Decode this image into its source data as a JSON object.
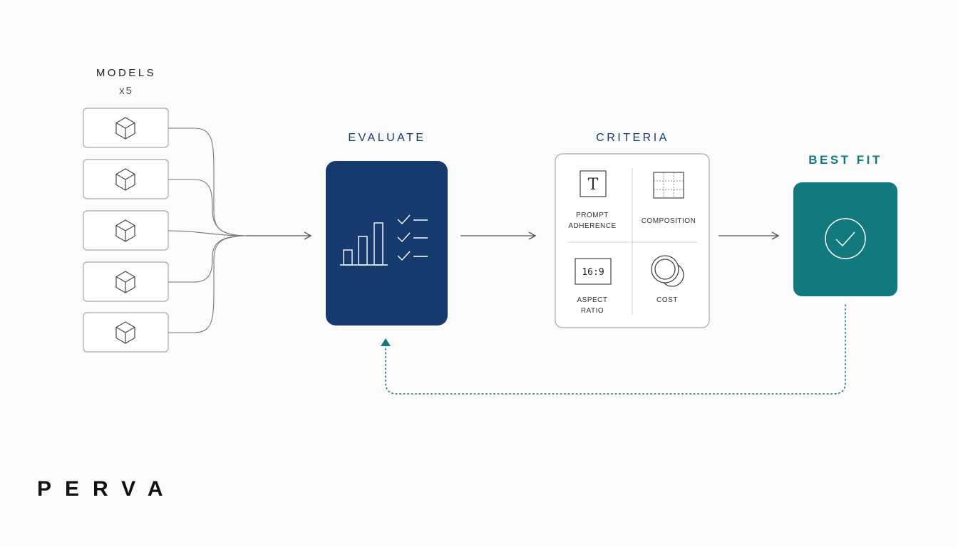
{
  "models": {
    "title": "MODELS",
    "count": "x5",
    "items": [
      {
        "icon": "cube-icon"
      },
      {
        "icon": "cube-icon"
      },
      {
        "icon": "cube-icon"
      },
      {
        "icon": "cube-icon"
      },
      {
        "icon": "cube-icon"
      }
    ]
  },
  "evaluate": {
    "title": "EVALUATE",
    "icon": "bar-chart-checklist-icon",
    "color": "#163a6e"
  },
  "criteria": {
    "title": "CRITERIA",
    "items": [
      {
        "line1": "PROMPT",
        "line2": "ADHERENCE",
        "icon": "text-t-icon"
      },
      {
        "line1": "COMPOSITION",
        "line2": "",
        "icon": "composition-grid-icon"
      },
      {
        "line1": "ASPECT",
        "line2": "RATIO",
        "icon": "aspect-ratio-icon",
        "badge": "16:9"
      },
      {
        "line1": "COST",
        "line2": "",
        "icon": "coins-icon"
      }
    ]
  },
  "best_fit": {
    "title": "BEST FIT",
    "icon": "check-circle-icon",
    "color": "#127a7e"
  },
  "brand": "PERVA"
}
